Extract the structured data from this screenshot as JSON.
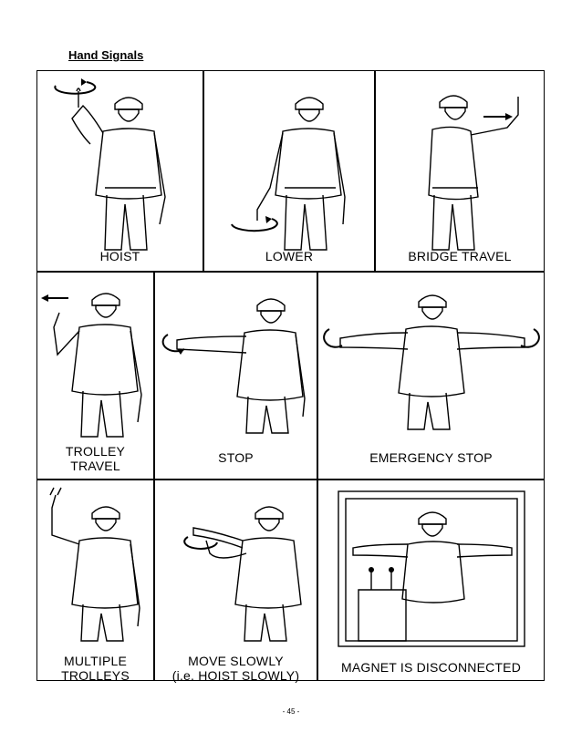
{
  "heading": "Hand Signals",
  "signals": [
    {
      "label": "HOIST",
      "icon": "hoist-signal-icon"
    },
    {
      "label": "LOWER",
      "icon": "lower-signal-icon"
    },
    {
      "label": "BRIDGE TRAVEL",
      "icon": "bridge-travel-signal-icon"
    },
    {
      "label": "TROLLEY\nTRAVEL",
      "icon": "trolley-travel-signal-icon"
    },
    {
      "label": "STOP",
      "icon": "stop-signal-icon"
    },
    {
      "label": "EMERGENCY STOP",
      "icon": "emergency-stop-signal-icon"
    },
    {
      "label": "MULTIPLE\nTROLLEYS",
      "icon": "multiple-trolleys-signal-icon"
    },
    {
      "label": "MOVE SLOWLY\n(i.e. HOIST SLOWLY)",
      "icon": "move-slowly-signal-icon"
    },
    {
      "label": "MAGNET IS DISCONNECTED",
      "icon": "magnet-disconnected-signal-icon"
    }
  ],
  "page_number": "- 45 -"
}
